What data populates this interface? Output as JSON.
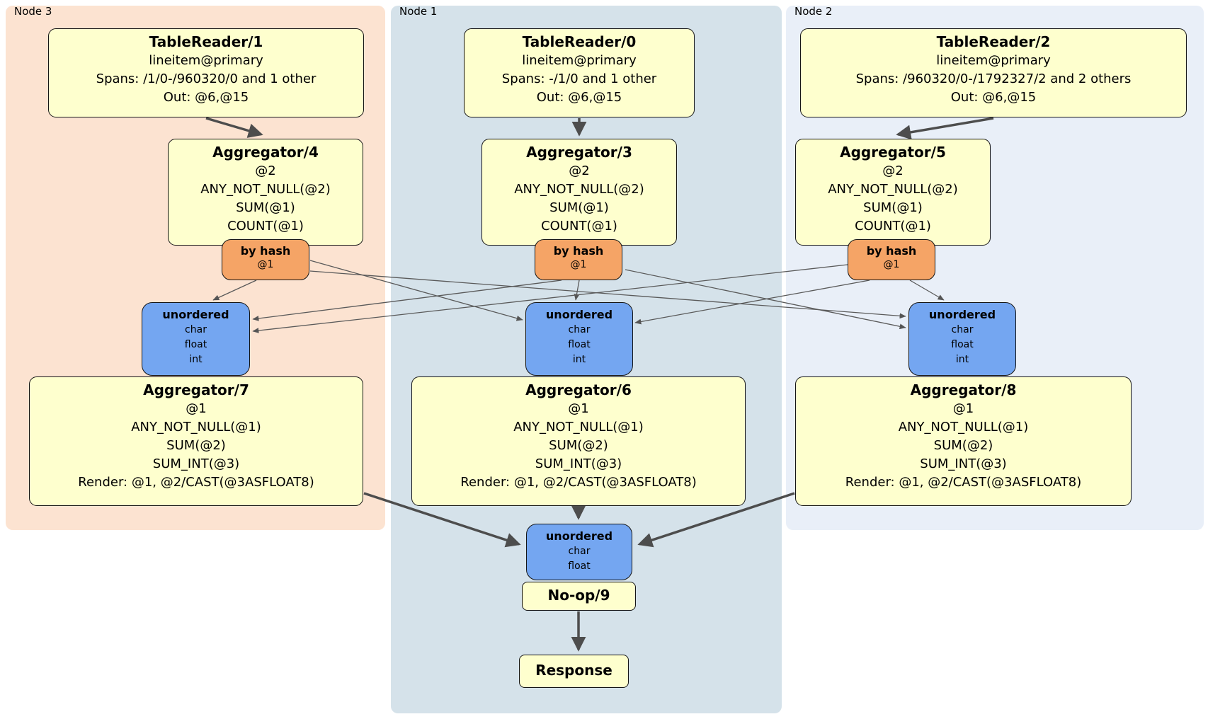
{
  "panels": {
    "node3": {
      "label": "Node 3"
    },
    "node1": {
      "label": "Node 1"
    },
    "node2": {
      "label": "Node 2"
    }
  },
  "processors": {
    "tr1": {
      "title": "TableReader/1",
      "lines": [
        "lineitem@primary",
        "Spans: /1/0-/960320/0 and 1 other",
        "Out: @6,@15"
      ]
    },
    "tr0": {
      "title": "TableReader/0",
      "lines": [
        "lineitem@primary",
        "Spans: -/1/0 and 1 other",
        "Out: @6,@15"
      ]
    },
    "tr2": {
      "title": "TableReader/2",
      "lines": [
        "lineitem@primary",
        "Spans: /960320/0-/1792327/2 and 2 others",
        "Out: @6,@15"
      ]
    },
    "agg4": {
      "title": "Aggregator/4",
      "lines": [
        "@2",
        "ANY_NOT_NULL(@2)",
        "SUM(@1)",
        "COUNT(@1)"
      ]
    },
    "agg3": {
      "title": "Aggregator/3",
      "lines": [
        "@2",
        "ANY_NOT_NULL(@2)",
        "SUM(@1)",
        "COUNT(@1)"
      ]
    },
    "agg5": {
      "title": "Aggregator/5",
      "lines": [
        "@2",
        "ANY_NOT_NULL(@2)",
        "SUM(@1)",
        "COUNT(@1)"
      ]
    },
    "agg7": {
      "title": "Aggregator/7",
      "lines": [
        "@1",
        "ANY_NOT_NULL(@1)",
        "SUM(@2)",
        "SUM_INT(@3)",
        "Render: @1, @2/CAST(@3ASFLOAT8)"
      ]
    },
    "agg6": {
      "title": "Aggregator/6",
      "lines": [
        "@1",
        "ANY_NOT_NULL(@1)",
        "SUM(@2)",
        "SUM_INT(@3)",
        "Render: @1, @2/CAST(@3ASFLOAT8)"
      ]
    },
    "agg8": {
      "title": "Aggregator/8",
      "lines": [
        "@1",
        "ANY_NOT_NULL(@1)",
        "SUM(@2)",
        "SUM_INT(@3)",
        "Render: @1, @2/CAST(@3ASFLOAT8)"
      ]
    },
    "noop": {
      "title": "No-op/9"
    },
    "response": {
      "title": "Response"
    }
  },
  "routers": {
    "hash_node3": {
      "title": "by hash",
      "key": "@1"
    },
    "hash_node1": {
      "title": "by hash",
      "key": "@1"
    },
    "hash_node2": {
      "title": "by hash",
      "key": "@1"
    }
  },
  "syncs": {
    "un_node3": {
      "title": "unordered",
      "columns": [
        "char",
        "float",
        "int"
      ]
    },
    "un_node1": {
      "title": "unordered",
      "columns": [
        "char",
        "float",
        "int"
      ]
    },
    "un_node2": {
      "title": "unordered",
      "columns": [
        "char",
        "float",
        "int"
      ]
    },
    "un_final": {
      "title": "unordered",
      "columns": [
        "char",
        "float"
      ]
    }
  },
  "colors": {
    "node3_bg": "#fce3d1",
    "node1_bg": "#d5e2ea",
    "node2_bg": "#e9eff8",
    "processor_bg": "#feffce",
    "router_bg": "#f5a466",
    "sync_bg": "#74a6f1",
    "edge": "#4d4d4d"
  }
}
